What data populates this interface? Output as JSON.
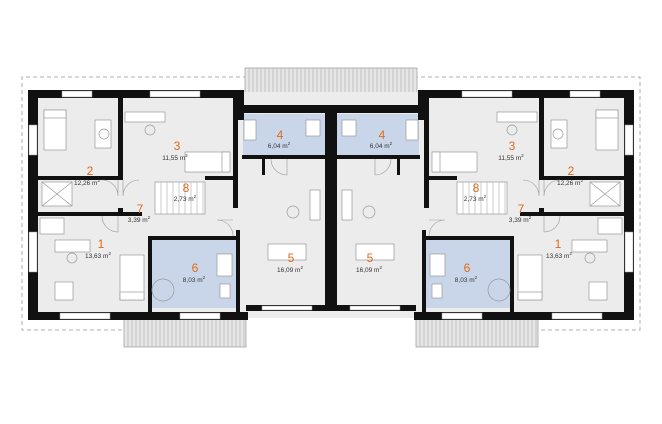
{
  "rooms": {
    "left_1": {
      "num": "1",
      "area": "13,63 m",
      "unit_sup": "2"
    },
    "left_2": {
      "num": "2",
      "area": "12,26 m",
      "unit_sup": "2"
    },
    "left_3": {
      "num": "3",
      "area": "11,55 m",
      "unit_sup": "2"
    },
    "left_4": {
      "num": "4",
      "area": "6,04 m",
      "unit_sup": "2"
    },
    "left_5": {
      "num": "5",
      "area": "16,09 m",
      "unit_sup": "2"
    },
    "left_6": {
      "num": "6",
      "area": "8,03 m",
      "unit_sup": "2"
    },
    "left_7": {
      "num": "7",
      "area": "3,39 m",
      "unit_sup": "2"
    },
    "left_8": {
      "num": "8",
      "area": "2,73 m",
      "unit_sup": "2"
    },
    "right_1": {
      "num": "1",
      "area": "13,63 m",
      "unit_sup": "2"
    },
    "right_2": {
      "num": "2",
      "area": "12,26 m",
      "unit_sup": "2"
    },
    "right_3": {
      "num": "3",
      "area": "11,55 m",
      "unit_sup": "2"
    },
    "right_4": {
      "num": "4",
      "area": "6,04 m",
      "unit_sup": "2"
    },
    "right_5": {
      "num": "5",
      "area": "16,09 m",
      "unit_sup": "2"
    },
    "right_6": {
      "num": "6",
      "area": "8,03 m",
      "unit_sup": "2"
    },
    "right_7": {
      "num": "7",
      "area": "3,39 m",
      "unit_sup": "2"
    },
    "right_8": {
      "num": "8",
      "area": "2,73 m",
      "unit_sup": "2"
    }
  },
  "colors": {
    "floor": "#ececec",
    "bathroom": "#c9d6ea",
    "label_number": "#e06a1b"
  }
}
